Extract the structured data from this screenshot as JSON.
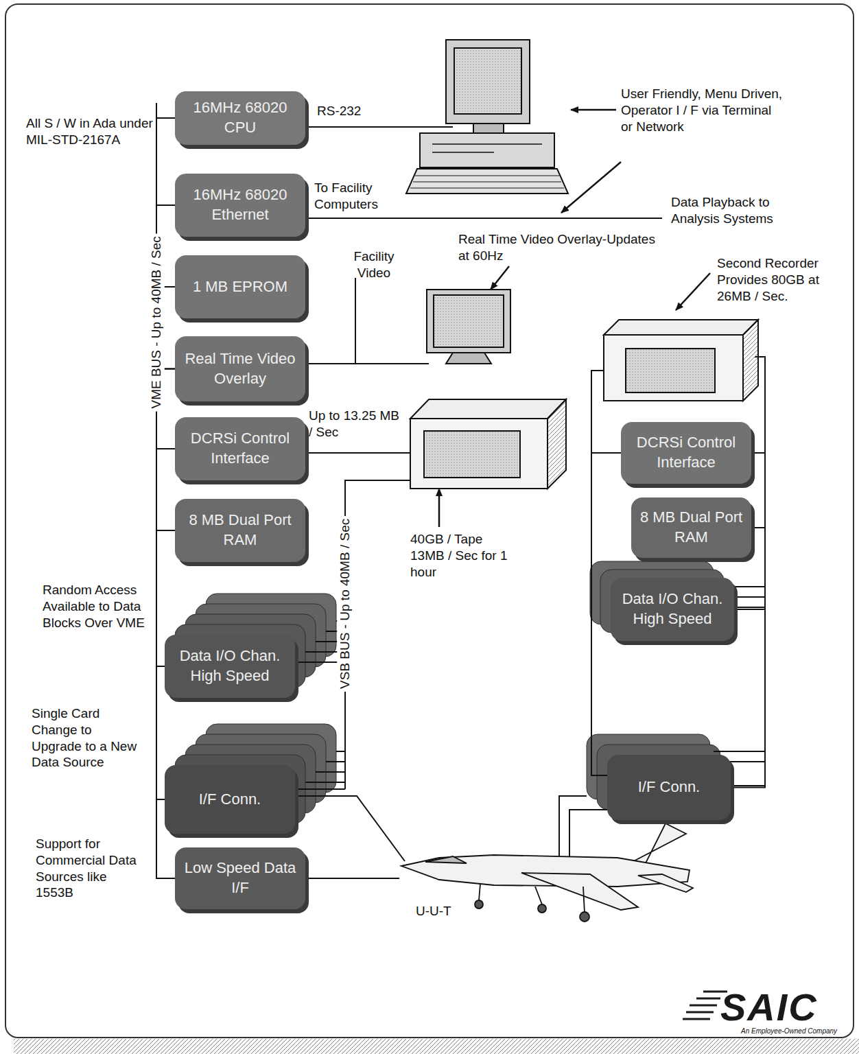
{
  "diagram": {
    "nodes": [
      {
        "text": [
          "16MHz 68020 CPU"
        ]
      },
      {
        "text": [
          "16MHz 68020 Ethernet"
        ]
      },
      {
        "text": [
          "1 MB EPROM"
        ]
      },
      {
        "text": [
          "Real Time Video Overlay"
        ]
      },
      {
        "text": [
          "DCRSi Control Interface"
        ]
      },
      {
        "text": [
          "8 MB Dual Port RAM"
        ]
      },
      {
        "text": [
          "Data I/O Chan. High Speed"
        ]
      },
      {
        "text": [
          "I/F Conn."
        ]
      },
      {
        "text": [
          "Low Speed Data I/F"
        ]
      },
      {
        "text": [
          "DCRSi Control Interface"
        ]
      },
      {
        "text": [
          "8 MB Dual Port RAM"
        ]
      },
      {
        "text": [
          "Data I/O Chan. High Speed"
        ]
      },
      {
        "text": [
          "I/F Conn."
        ]
      }
    ],
    "edges": [
      {
        "from": 0,
        "to": 1,
        "arrow": "none"
      },
      {
        "from": 1,
        "to": 2,
        "arrow": "none"
      },
      {
        "from": 2,
        "to": 3,
        "arrow": "none"
      },
      {
        "from": 3,
        "to": 4,
        "arrow": "none"
      },
      {
        "from": 4,
        "to": 5,
        "arrow": "none"
      },
      {
        "from": 5,
        "to": 6,
        "arrow": "none"
      },
      {
        "from": 6,
        "to": 7,
        "arrow": "none"
      },
      {
        "from": 7,
        "to": 8,
        "arrow": "none"
      },
      {
        "from": 9,
        "to": 10,
        "arrow": "none"
      },
      {
        "from": 10,
        "to": 11,
        "arrow": "none"
      },
      {
        "from": 11,
        "to": 12,
        "arrow": "none"
      }
    ],
    "labels": [
      "All S / W in Ada under MIL-STD-2167A",
      "RS-232",
      "User Friendly, Menu Driven, Operator I / F via Terminal or Network",
      "To Facility Computers",
      "Data Playback to Analysis Systems",
      "Facility Video",
      "Real Time Video Overlay-Updates at 60Hz",
      "Second Recorder Provides 80GB at 26MB / Sec.",
      "VME BUS - Up to 40MB / Sec",
      "Up to 13.25 MB / Sec",
      "40GB / Tape 13MB / Sec for 1 hour",
      "VSB BUS - Up to 40MB / Sec",
      "Random Access Available to Data Blocks Over VME",
      "Single Card Change to Upgrade to a New Data Source",
      "Support for Commercial Data Sources like 1553B",
      "U-U-T",
      "SAIC",
      "An Employee-Owned Company"
    ]
  }
}
